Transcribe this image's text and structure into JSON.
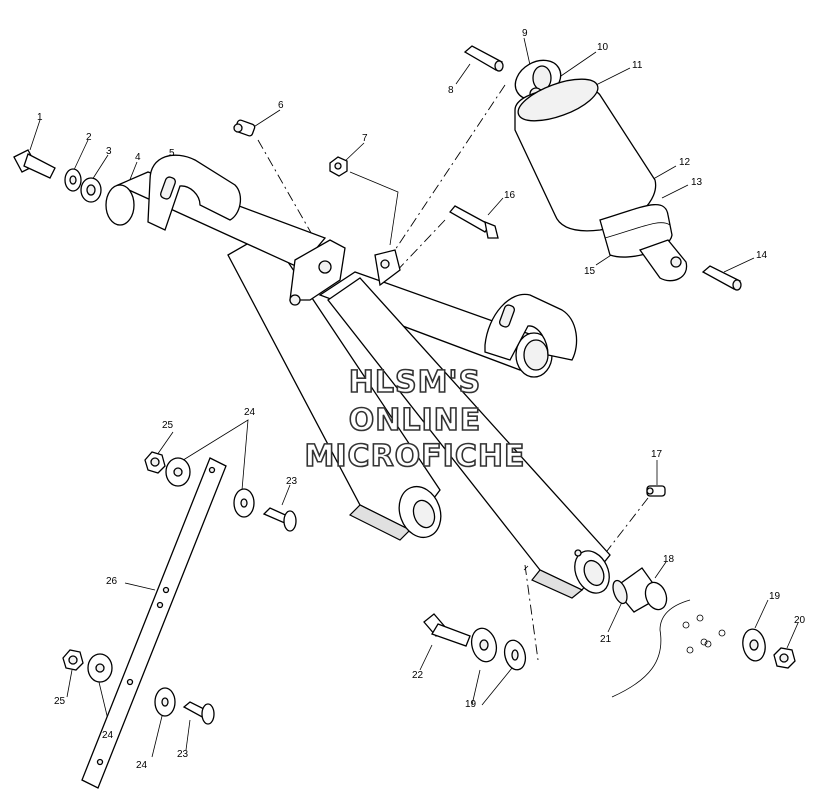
{
  "watermark": {
    "line1": "HLSM'S",
    "line2": "ONLINE",
    "line3": "MICROFICHE"
  },
  "callouts": {
    "c1": "1",
    "c2": "2",
    "c3": "3",
    "c4": "4",
    "c5": "5",
    "c6": "6",
    "c7": "7",
    "c8": "8",
    "c9": "9",
    "c10": "10",
    "c11": "11",
    "c12": "12",
    "c13": "13",
    "c14": "14",
    "c15": "15",
    "c16": "16",
    "c17": "17",
    "c18": "18",
    "c19a": "19",
    "c19b": "19",
    "c20": "20",
    "c21": "21",
    "c22": "22",
    "c23a": "23",
    "c23b": "23",
    "c24a": "24",
    "c24b": "24",
    "c24c": "24",
    "c25a": "25",
    "c25b": "25",
    "c26": "26"
  }
}
